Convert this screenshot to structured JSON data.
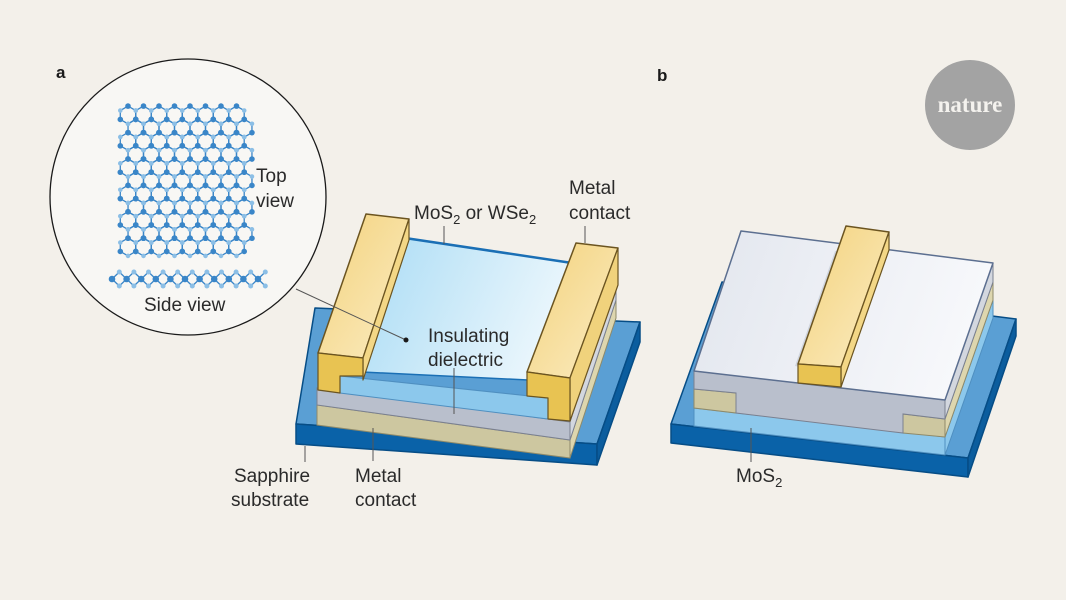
{
  "panels": {
    "a": {
      "label": "a"
    },
    "b": {
      "label": "b"
    }
  },
  "logo": {
    "text": "nature",
    "color": "#a3a3a3"
  },
  "panel_a": {
    "inset": {
      "top_view_line1": "Top",
      "top_view_line2": "view",
      "side_view": "Side view"
    },
    "labels": {
      "channel_main": "MoS",
      "channel_sub1": "2",
      "channel_mid": " or WSe",
      "channel_sub2": "2",
      "metal_contact_top_line1": "Metal",
      "metal_contact_top_line2": "contact",
      "dielectric_line1": "Insulating",
      "dielectric_line2": "dielectric",
      "substrate_line1": "Sapphire",
      "substrate_line2": "substrate",
      "metal_contact_bottom_line1": "Metal",
      "metal_contact_bottom_line2": "contact"
    }
  },
  "panel_b": {
    "labels": {
      "channel_main": "MoS",
      "channel_sub": "2"
    }
  },
  "colors": {
    "background": "#f3f0ea",
    "sapphire": "#0a62a8",
    "sapphire_top": "#5a9fd4",
    "gold": "#f0cc6e",
    "gold_dark": "#e6be4e",
    "gold_edge": "#6b5420",
    "channel": "#c9e8f8",
    "dielectric_blue": "#8cc8ec",
    "dielectric_gray": "#b9bfcc",
    "metal_khaki": "#cdc7a0",
    "white_dielectric": "#eef0f5",
    "atom_dark": "#3a86c8",
    "atom_light": "#8cbfe6"
  }
}
